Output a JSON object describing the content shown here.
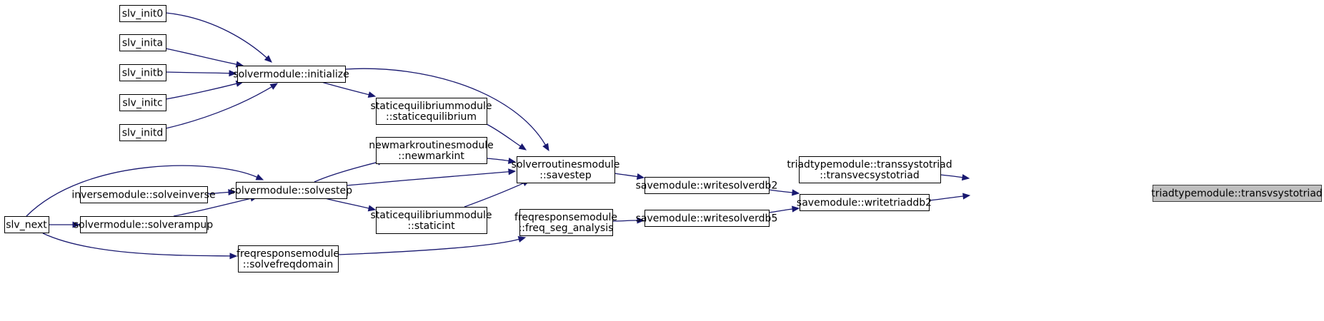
{
  "colors": {
    "edge": "#191970",
    "node_border": "#000000",
    "node_fill": "#ffffff",
    "root_fill": "#bfbfbf",
    "root_border": "#404040"
  },
  "nodes": [
    {
      "id": "root",
      "lines": [
        "triadtypemodule::transvsystotriad"
      ],
      "root": true
    },
    {
      "id": "transvecsystotriad",
      "lines": [
        "triadtypemodule::transsystotriad",
        "::transvecsystotriad"
      ]
    },
    {
      "id": "writetriaddb2",
      "lines": [
        "savemodule::writetriaddb2"
      ]
    },
    {
      "id": "writesolverdb2",
      "lines": [
        "savemodule::writesolverdb2"
      ]
    },
    {
      "id": "writesolverdb5",
      "lines": [
        "savemodule::writesolverdb5"
      ]
    },
    {
      "id": "savestep",
      "lines": [
        "solverroutinesmodule",
        "::savestep"
      ]
    },
    {
      "id": "freq_seg_analysis",
      "lines": [
        "freqresponsemodule",
        "::freq_seg_analysis"
      ]
    },
    {
      "id": "initialize",
      "lines": [
        "solvermodule::initialize"
      ]
    },
    {
      "id": "staticequilibrium",
      "lines": [
        "staticequilibriummodule",
        "::staticequilibrium"
      ]
    },
    {
      "id": "newmarkint",
      "lines": [
        "newmarkroutinesmodule",
        "::newmarkint"
      ]
    },
    {
      "id": "solvestep",
      "lines": [
        "solvermodule::solvestep"
      ]
    },
    {
      "id": "staticint",
      "lines": [
        "staticequilibriummodule",
        "::staticint"
      ]
    },
    {
      "id": "solvefreqdomain",
      "lines": [
        "freqresponsemodule",
        "::solvefreqdomain"
      ]
    },
    {
      "id": "slv_init0",
      "lines": [
        "slv_init0"
      ]
    },
    {
      "id": "slv_inita",
      "lines": [
        "slv_inita"
      ]
    },
    {
      "id": "slv_initb",
      "lines": [
        "slv_initb"
      ]
    },
    {
      "id": "slv_initc",
      "lines": [
        "slv_initc"
      ]
    },
    {
      "id": "slv_initd",
      "lines": [
        "slv_initd"
      ]
    },
    {
      "id": "solveinverse",
      "lines": [
        "inversemodule::solveinverse"
      ]
    },
    {
      "id": "solverampup",
      "lines": [
        "solvermodule::solverampup"
      ]
    },
    {
      "id": "slv_next",
      "lines": [
        "slv_next"
      ]
    }
  ],
  "edges": [
    {
      "from": "transvecsystotriad",
      "to": "root"
    },
    {
      "from": "writetriaddb2",
      "to": "root"
    },
    {
      "from": "writesolverdb2",
      "to": "writetriaddb2"
    },
    {
      "from": "writesolverdb5",
      "to": "writetriaddb2"
    },
    {
      "from": "savestep",
      "to": "writesolverdb2"
    },
    {
      "from": "freq_seg_analysis",
      "to": "writesolverdb5"
    },
    {
      "from": "initialize",
      "to": "savestep"
    },
    {
      "from": "staticequilibrium",
      "to": "savestep"
    },
    {
      "from": "newmarkint",
      "to": "savestep"
    },
    {
      "from": "solvestep",
      "to": "savestep"
    },
    {
      "from": "staticint",
      "to": "savestep"
    },
    {
      "from": "solvefreqdomain",
      "to": "freq_seg_analysis"
    },
    {
      "from": "slv_init0",
      "to": "initialize"
    },
    {
      "from": "slv_inita",
      "to": "initialize"
    },
    {
      "from": "slv_initb",
      "to": "initialize"
    },
    {
      "from": "slv_initc",
      "to": "initialize"
    },
    {
      "from": "slv_initd",
      "to": "initialize"
    },
    {
      "from": "initialize",
      "to": "staticequilibrium"
    },
    {
      "from": "solvestep",
      "to": "newmarkint"
    },
    {
      "from": "solvestep",
      "to": "staticint"
    },
    {
      "from": "slv_next",
      "to": "solvestep"
    },
    {
      "from": "solveinverse",
      "to": "solvestep"
    },
    {
      "from": "solverampup",
      "to": "solvestep"
    },
    {
      "from": "slv_next",
      "to": "solverampup"
    },
    {
      "from": "slv_next",
      "to": "solvefreqdomain"
    }
  ]
}
